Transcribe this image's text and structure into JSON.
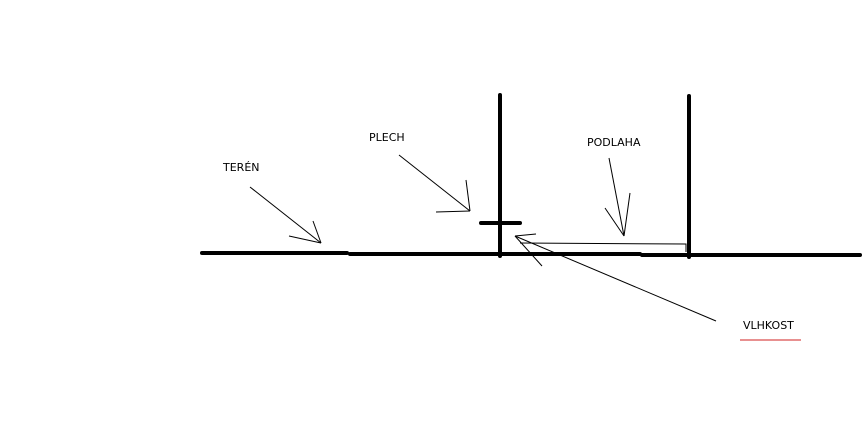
{
  "labels": {
    "teren": "TERÉN",
    "plech": "PLECH",
    "podlaha": "PODLAHA",
    "vlhkost": "VLHKOST"
  },
  "colors": {
    "stroke": "#000000",
    "background": "#ffffff",
    "underline": "#d02020"
  }
}
